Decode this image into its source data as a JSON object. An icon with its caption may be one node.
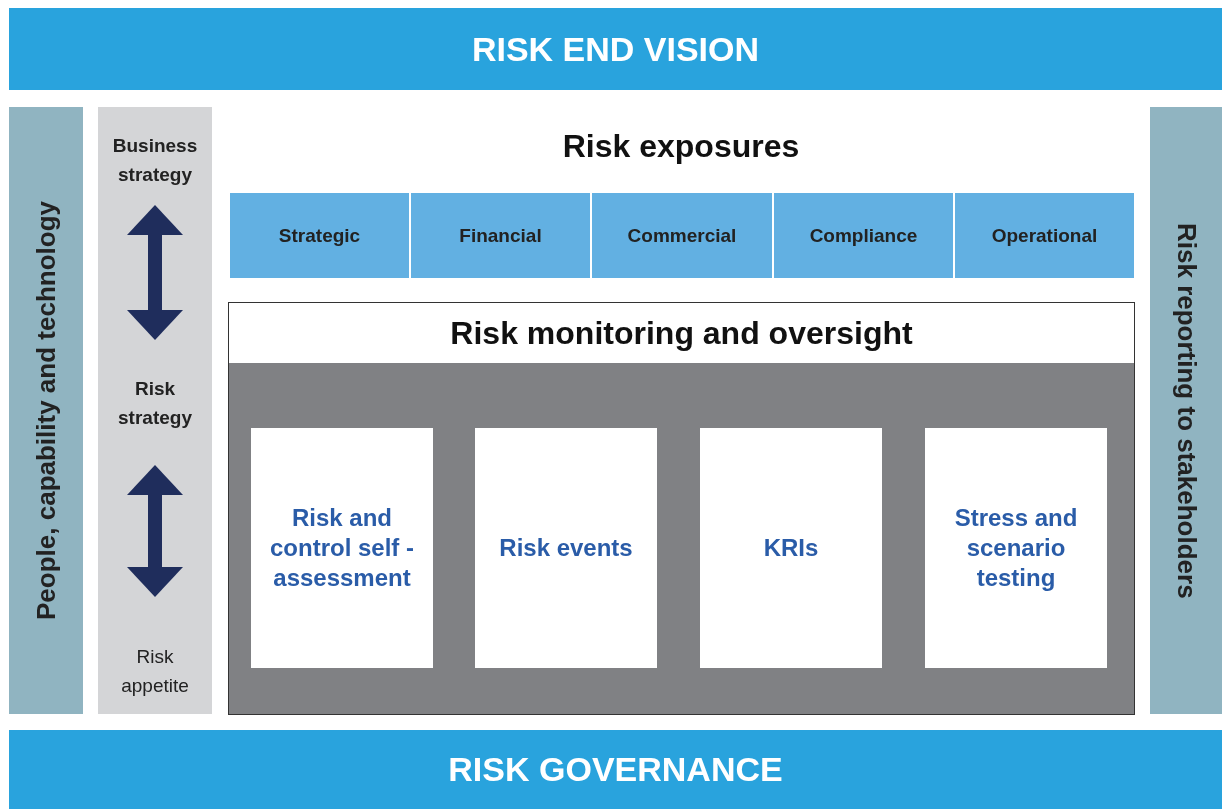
{
  "diagram": {
    "nodes": [
      {
        "text": [
          "RISK END VISION"
        ]
      },
      {
        "text": [
          "People, capability and technology"
        ]
      },
      {
        "text": [],
        "shape": "bar"
      },
      {
        "text": [
          "Business strategy"
        ],
        "in": 2
      },
      {
        "text": [
          "Risk strategy"
        ],
        "in": 2
      },
      {
        "text": [
          "Risk appetite"
        ],
        "in": 2
      },
      {
        "text": [
          "Strategic"
        ]
      },
      {
        "text": [
          "Financial"
        ]
      },
      {
        "text": [
          "Commercial"
        ]
      },
      {
        "text": [
          "Compliance"
        ]
      },
      {
        "text": [
          "Operational"
        ]
      },
      {
        "text": [
          "Risk monitoring and oversight"
        ]
      },
      {
        "text": [
          "Risk and control self -assessment"
        ],
        "in": 11
      },
      {
        "text": [
          "Risk events"
        ],
        "in": 11
      },
      {
        "text": [
          "KRIs"
        ],
        "in": 11
      },
      {
        "text": [
          "Stress and scenario testing"
        ],
        "in": 11
      },
      {
        "text": [
          "Risk reporting to stakeholders"
        ]
      },
      {
        "text": [
          "RISK GOVERNANCE"
        ]
      }
    ],
    "edges": [
      {
        "from": 3,
        "to": 4,
        "arrow": "both"
      },
      {
        "from": 4,
        "to": 5,
        "arrow": "both"
      }
    ],
    "labels": [
      "Risk exposures"
    ]
  }
}
